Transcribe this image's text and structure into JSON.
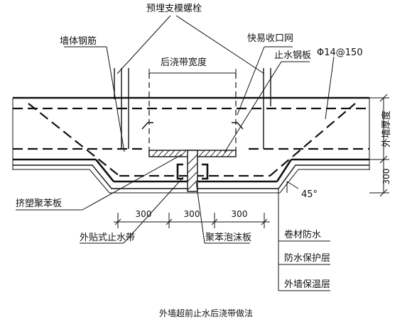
{
  "labels": {
    "embedded_bolt": "预埋支模螺栓",
    "wall_rebar": "墙体钢筋",
    "post_pour_width": "后浇带宽度",
    "quick_mesh": "快易收口网",
    "rebar_spec": "Φ14@150",
    "waterstop_plate": "止水钢板",
    "wall_thickness": "外墙厚度",
    "dim_300_right": "300",
    "xps_board": "挤塑聚苯板",
    "angle": "45°",
    "dim_300_a": "300",
    "dim_300_b": "300",
    "dim_300_c": "300",
    "external_waterstop": "外贴式止水带",
    "foam_board": "聚苯泡沫板",
    "membrane": "卷材防水",
    "protective_layer": "防水保护层",
    "insulation": "外墙保温层"
  },
  "caption": "外墙超前止水后浇带做法"
}
